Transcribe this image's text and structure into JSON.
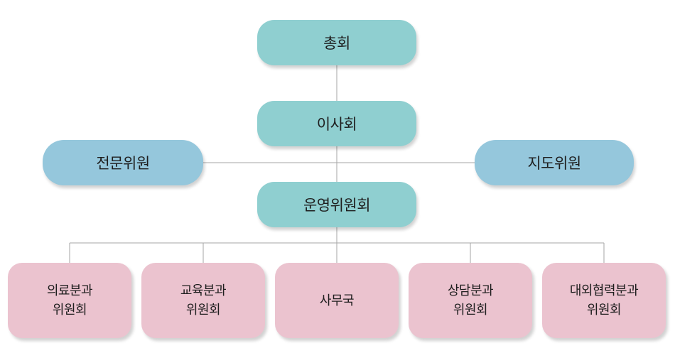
{
  "nodes": {
    "general_assembly": "총회",
    "board": "이사회",
    "expert_committee": "전문위원",
    "advisory_committee": "지도위원",
    "steering_committee": "운영위원회",
    "medical": {
      "line1": "의료분과",
      "line2": "위원회"
    },
    "education": {
      "line1": "교육분과",
      "line2": "위원회"
    },
    "secretariat": "사무국",
    "counseling": {
      "line1": "상담분과",
      "line2": "위원회"
    },
    "external": {
      "line1": "대외협력분과",
      "line2": "위원회"
    }
  },
  "colors": {
    "top_nodes": "#8fcfd0",
    "side_nodes": "#95c7dc",
    "bottom_nodes": "#ebc3cf",
    "connector": "#a6a6a6"
  }
}
